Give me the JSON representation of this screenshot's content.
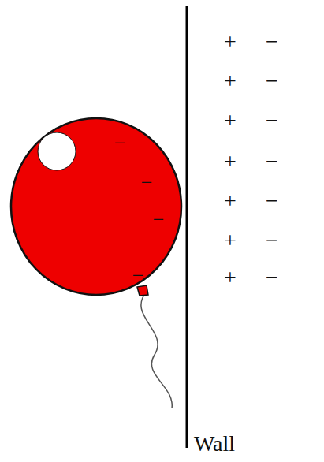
{
  "diagram": {
    "labels": [
      "−",
      "−",
      "−",
      "−",
      "+",
      "−",
      "+",
      "−",
      "+",
      "−",
      "+",
      "−",
      "+",
      "−",
      "+",
      "−",
      "+",
      "−",
      "Wall"
    ]
  }
}
